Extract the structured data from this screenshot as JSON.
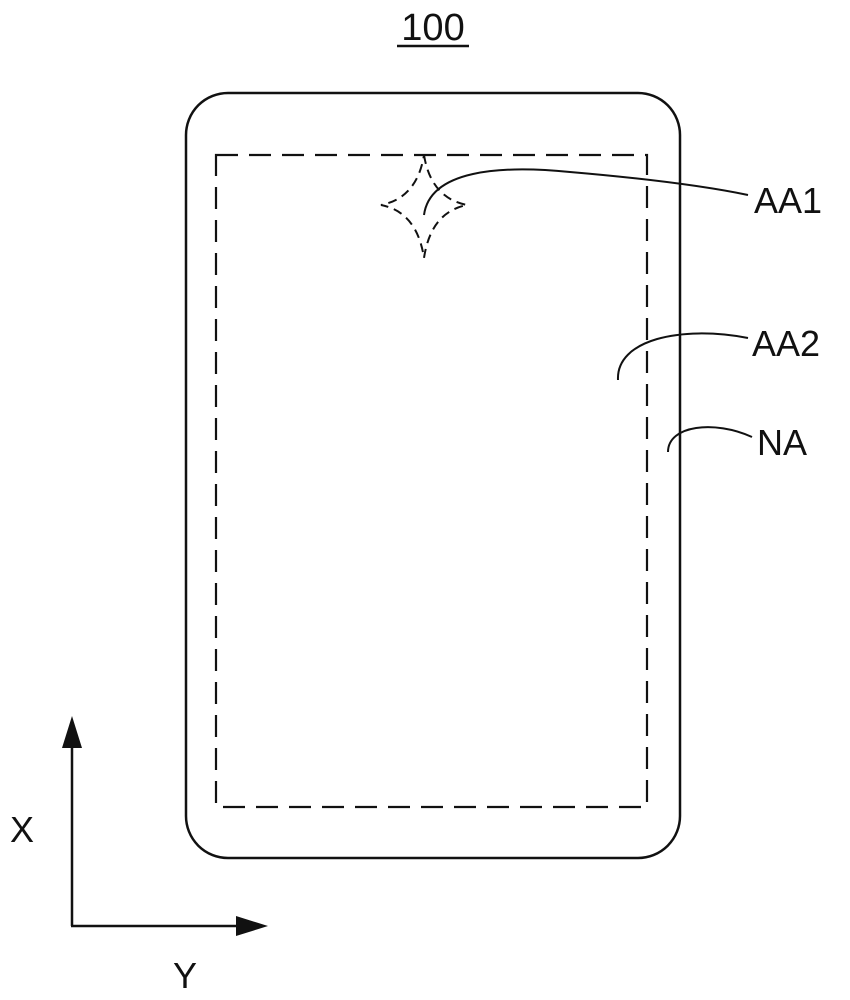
{
  "figure": {
    "number": "100"
  },
  "labels": {
    "first_active_area": "AA1",
    "second_active_area": "AA2",
    "non_active_area": "NA"
  },
  "axes": {
    "vertical": "X",
    "horizontal": "Y"
  },
  "colors": {
    "line": "#111111",
    "background": "#ffffff"
  }
}
